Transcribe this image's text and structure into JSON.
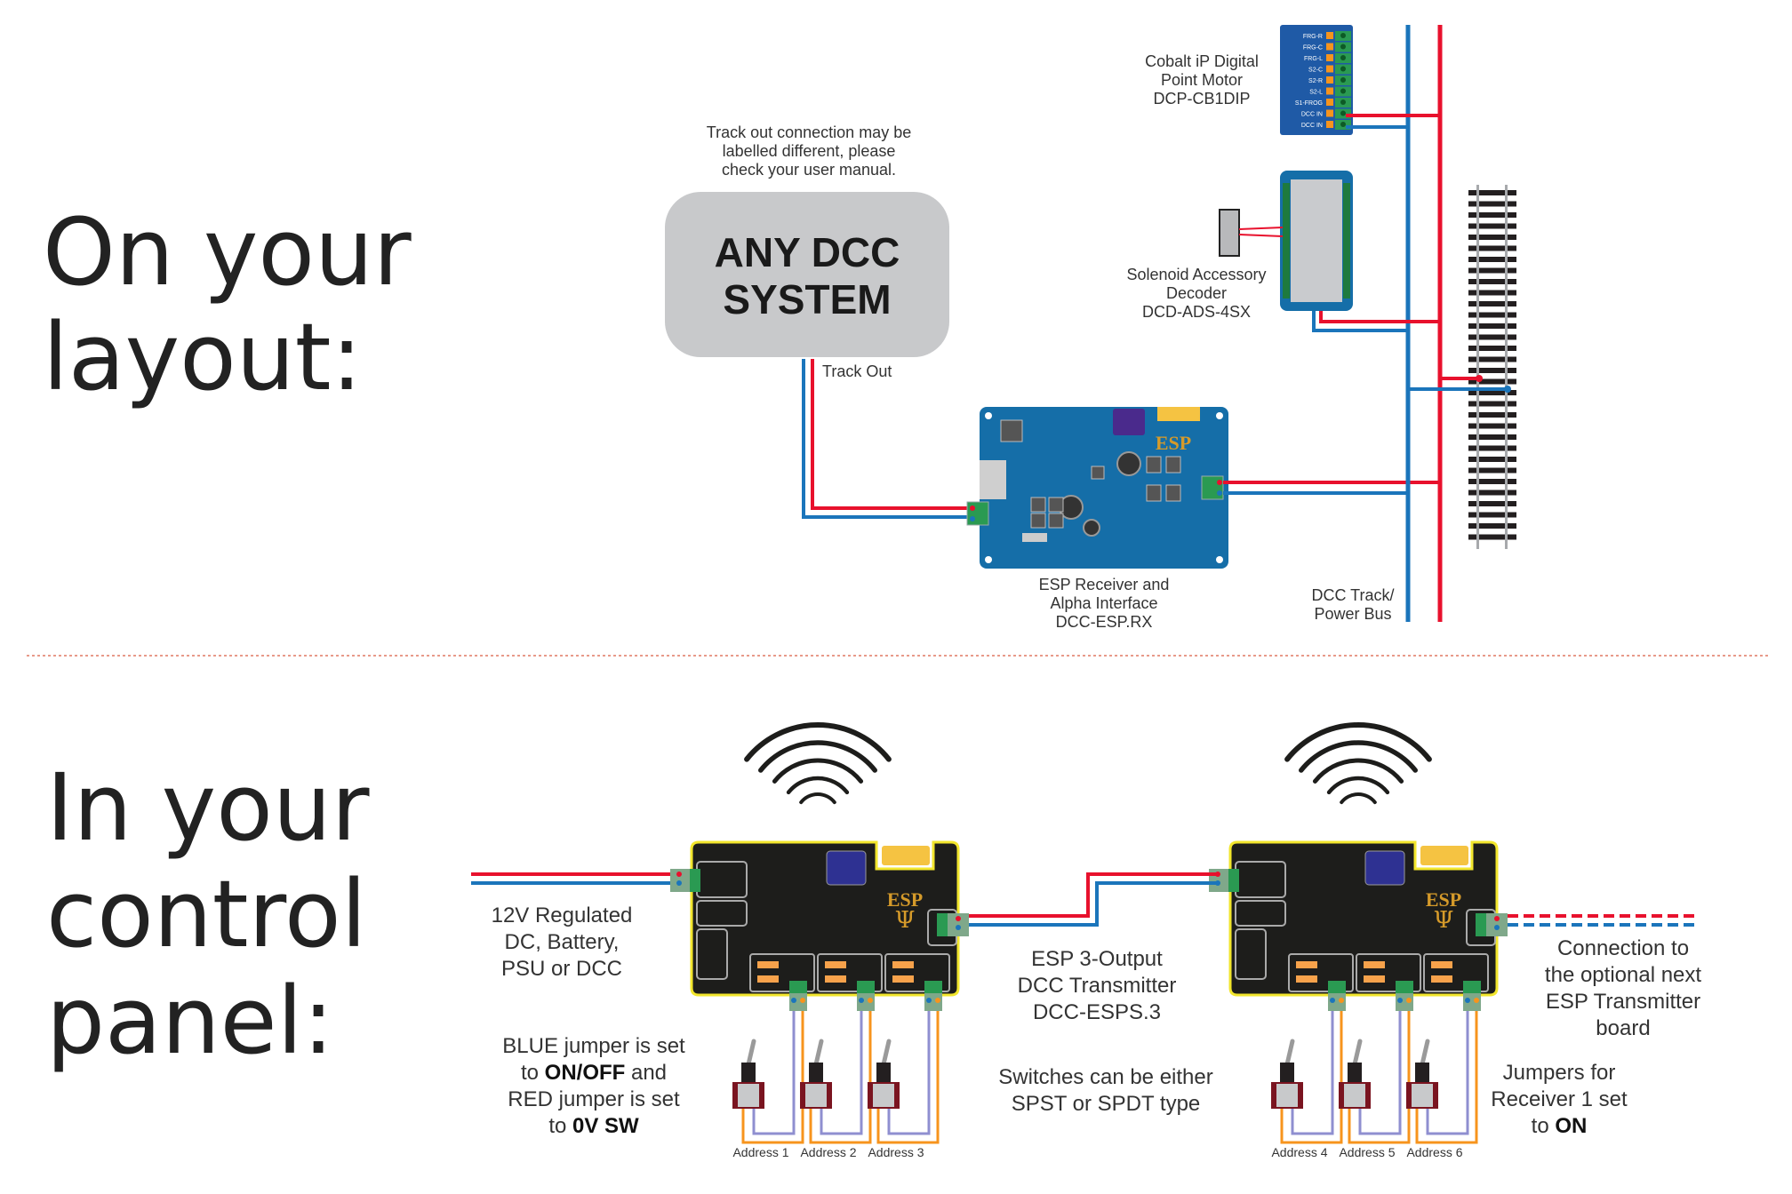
{
  "headings": {
    "layout": [
      "On your",
      "layout:"
    ],
    "panel": [
      "In your",
      "control",
      "panel:"
    ]
  },
  "colors": {
    "wire_red": "#e8112d",
    "wire_blue": "#1b75bb",
    "wire_purple": "#8f8fd0",
    "wire_orange": "#f7941d",
    "pcb_blue": "#156ea8",
    "pcb_black": "#1d1d1b",
    "pcb_outline_yellow": "#f2e62d",
    "dcc_box": "#c8c9cb",
    "divider": "#e89a8a"
  },
  "layout_section": {
    "dcc_system": {
      "title_line1": "ANY DCC",
      "title_line2": "SYSTEM",
      "note": [
        "Track out connection may be",
        "labelled different, please",
        "check your user manual."
      ],
      "track_out_label": "Track Out"
    },
    "receiver": {
      "label": [
        "ESP Receiver and",
        "Alpha Interface",
        "DCC-ESP.RX"
      ]
    },
    "point_motor": {
      "label": [
        "Cobalt iP Digital",
        "Point Motor",
        "DCP-CB1DIP"
      ],
      "terminals": [
        "FRG-R",
        "FRG-C",
        "FRG-L",
        "S2-C",
        "S2-R",
        "S2-L",
        "S1-FROG",
        "DCC IN",
        "DCC IN"
      ]
    },
    "solenoid_decoder": {
      "label": [
        "Solenoid Accessory",
        "Decoder",
        "DCD-ADS-4SX"
      ]
    },
    "bus": {
      "label": [
        "DCC Track/",
        "Power Bus"
      ]
    }
  },
  "panel_section": {
    "power_input": {
      "label": [
        "12V Regulated",
        "DC, Battery,",
        "PSU or DCC"
      ]
    },
    "jumper_note_left": {
      "lines": [
        {
          "text": "BLUE jumper is set",
          "bold": ""
        },
        {
          "text": "to ",
          "bold": "ON/OFF",
          "after": " and"
        },
        {
          "text": "RED jumper is set",
          "bold": ""
        },
        {
          "text": "to ",
          "bold": "0V SW",
          "after": ""
        }
      ]
    },
    "transmitter": {
      "label": [
        "ESP 3-Output",
        "DCC Transmitter",
        "DCC-ESPS.3"
      ]
    },
    "switch_note": [
      "Switches can be either",
      "SPST or SPDT type"
    ],
    "next_board": {
      "label": [
        "Connection to",
        "the optional next",
        "ESP Transmitter",
        "board"
      ]
    },
    "jumper_note_right": {
      "lines": [
        "Jumpers for",
        "Receiver 1 set"
      ],
      "last_prefix": "to ",
      "last_bold": "ON"
    },
    "addresses_left": [
      "Address 1",
      "Address 2",
      "Address 3"
    ],
    "addresses_right": [
      "Address 4",
      "Address 5",
      "Address 6"
    ]
  }
}
